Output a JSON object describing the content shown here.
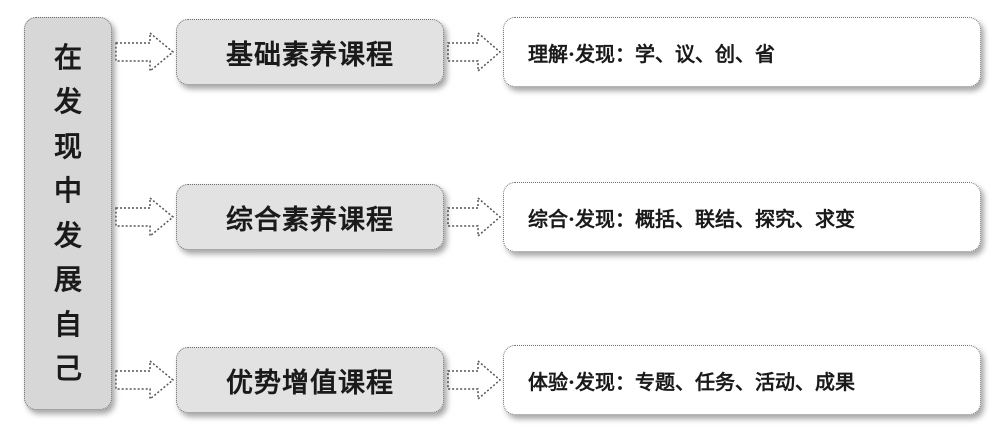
{
  "root": {
    "chars": [
      "在",
      "发",
      "现",
      "中",
      "发",
      "展",
      "自",
      "己"
    ]
  },
  "rows": [
    {
      "course": "基础素养课程",
      "detail": "理解·发现：学、议、创、省"
    },
    {
      "course": "综合素养课程",
      "detail": "综合·发现：概括、联结、探究、求变"
    },
    {
      "course": "优势增值课程",
      "detail": "体验·发现：专题、任务、活动、成果"
    }
  ],
  "colors": {
    "root_fill": "#d7d7d7",
    "course_fill": "#e2e2e2",
    "detail_fill": "#ffffff",
    "border": "#6e6e6e"
  }
}
